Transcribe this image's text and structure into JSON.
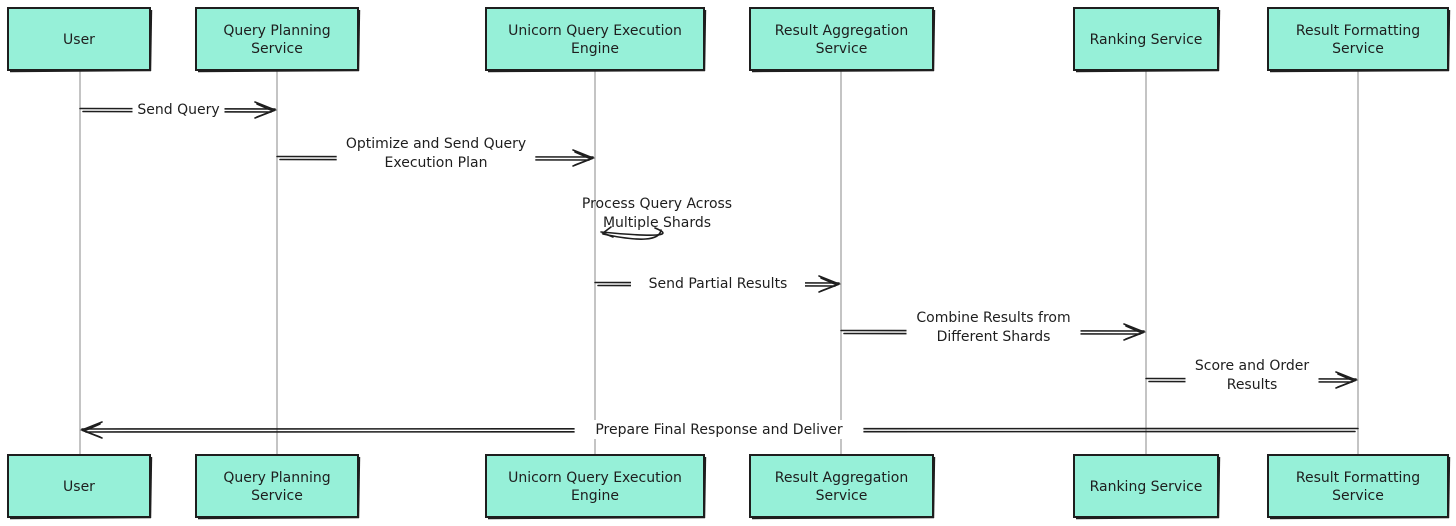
{
  "diagram": {
    "type": "sequence",
    "colors": {
      "actor_fill": "#96f0d8",
      "stroke": "#1e1e1e",
      "lifeline": "#8a8a8a"
    },
    "participants": [
      {
        "id": "user",
        "lines": [
          "User"
        ]
      },
      {
        "id": "planning",
        "lines": [
          "Query Planning",
          "Service"
        ]
      },
      {
        "id": "engine",
        "lines": [
          "Unicorn Query Execution",
          "Engine"
        ]
      },
      {
        "id": "aggregation",
        "lines": [
          "Result Aggregation",
          "Service"
        ]
      },
      {
        "id": "ranking",
        "lines": [
          "Ranking Service"
        ]
      },
      {
        "id": "formatting",
        "lines": [
          "Result Formatting",
          "Service"
        ]
      }
    ],
    "messages": [
      {
        "from": "user",
        "to": "planning",
        "lines": [
          "Send Query"
        ]
      },
      {
        "from": "planning",
        "to": "engine",
        "lines": [
          "Optimize and Send Query",
          "Execution Plan"
        ]
      },
      {
        "from": "engine",
        "to": "engine",
        "lines": [
          "Process Query Across",
          "Multiple Shards"
        ]
      },
      {
        "from": "engine",
        "to": "aggregation",
        "lines": [
          "Send Partial Results"
        ]
      },
      {
        "from": "aggregation",
        "to": "ranking",
        "lines": [
          "Combine Results from",
          "Different Shards"
        ]
      },
      {
        "from": "ranking",
        "to": "formatting",
        "lines": [
          "Score and Order",
          "Results"
        ]
      },
      {
        "from": "formatting",
        "to": "user",
        "lines": [
          "Prepare Final Response and Deliver"
        ]
      }
    ]
  }
}
